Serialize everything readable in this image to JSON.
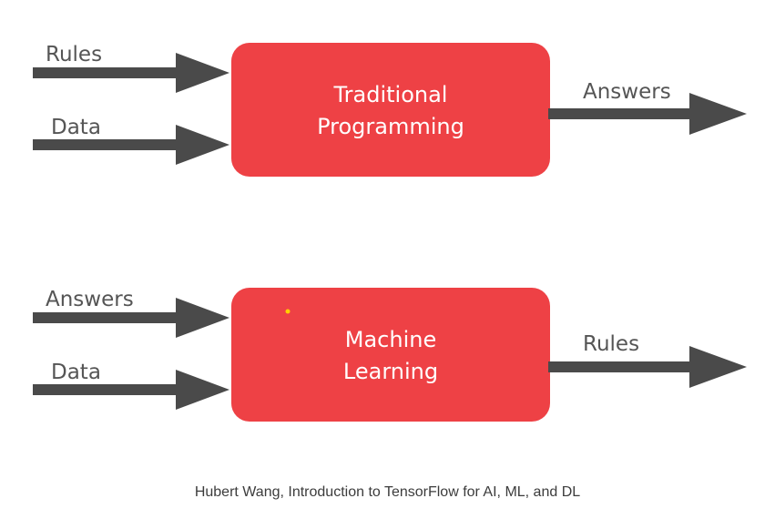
{
  "diagrams": [
    {
      "box": {
        "line1": "Traditional",
        "line2": "Programming"
      },
      "inputs": [
        "Rules",
        "Data"
      ],
      "output": "Answers"
    },
    {
      "box": {
        "line1": "Machine",
        "line2": "Learning"
      },
      "inputs": [
        "Answers",
        "Data"
      ],
      "output": "Rules"
    }
  ],
  "caption": "Hubert Wang, Introduction to TensorFlow for AI, ML, and DL",
  "colors": {
    "box_fill": "#ee4145",
    "arrow": "#4a4a4a",
    "marker_dot": "#ffd000"
  }
}
